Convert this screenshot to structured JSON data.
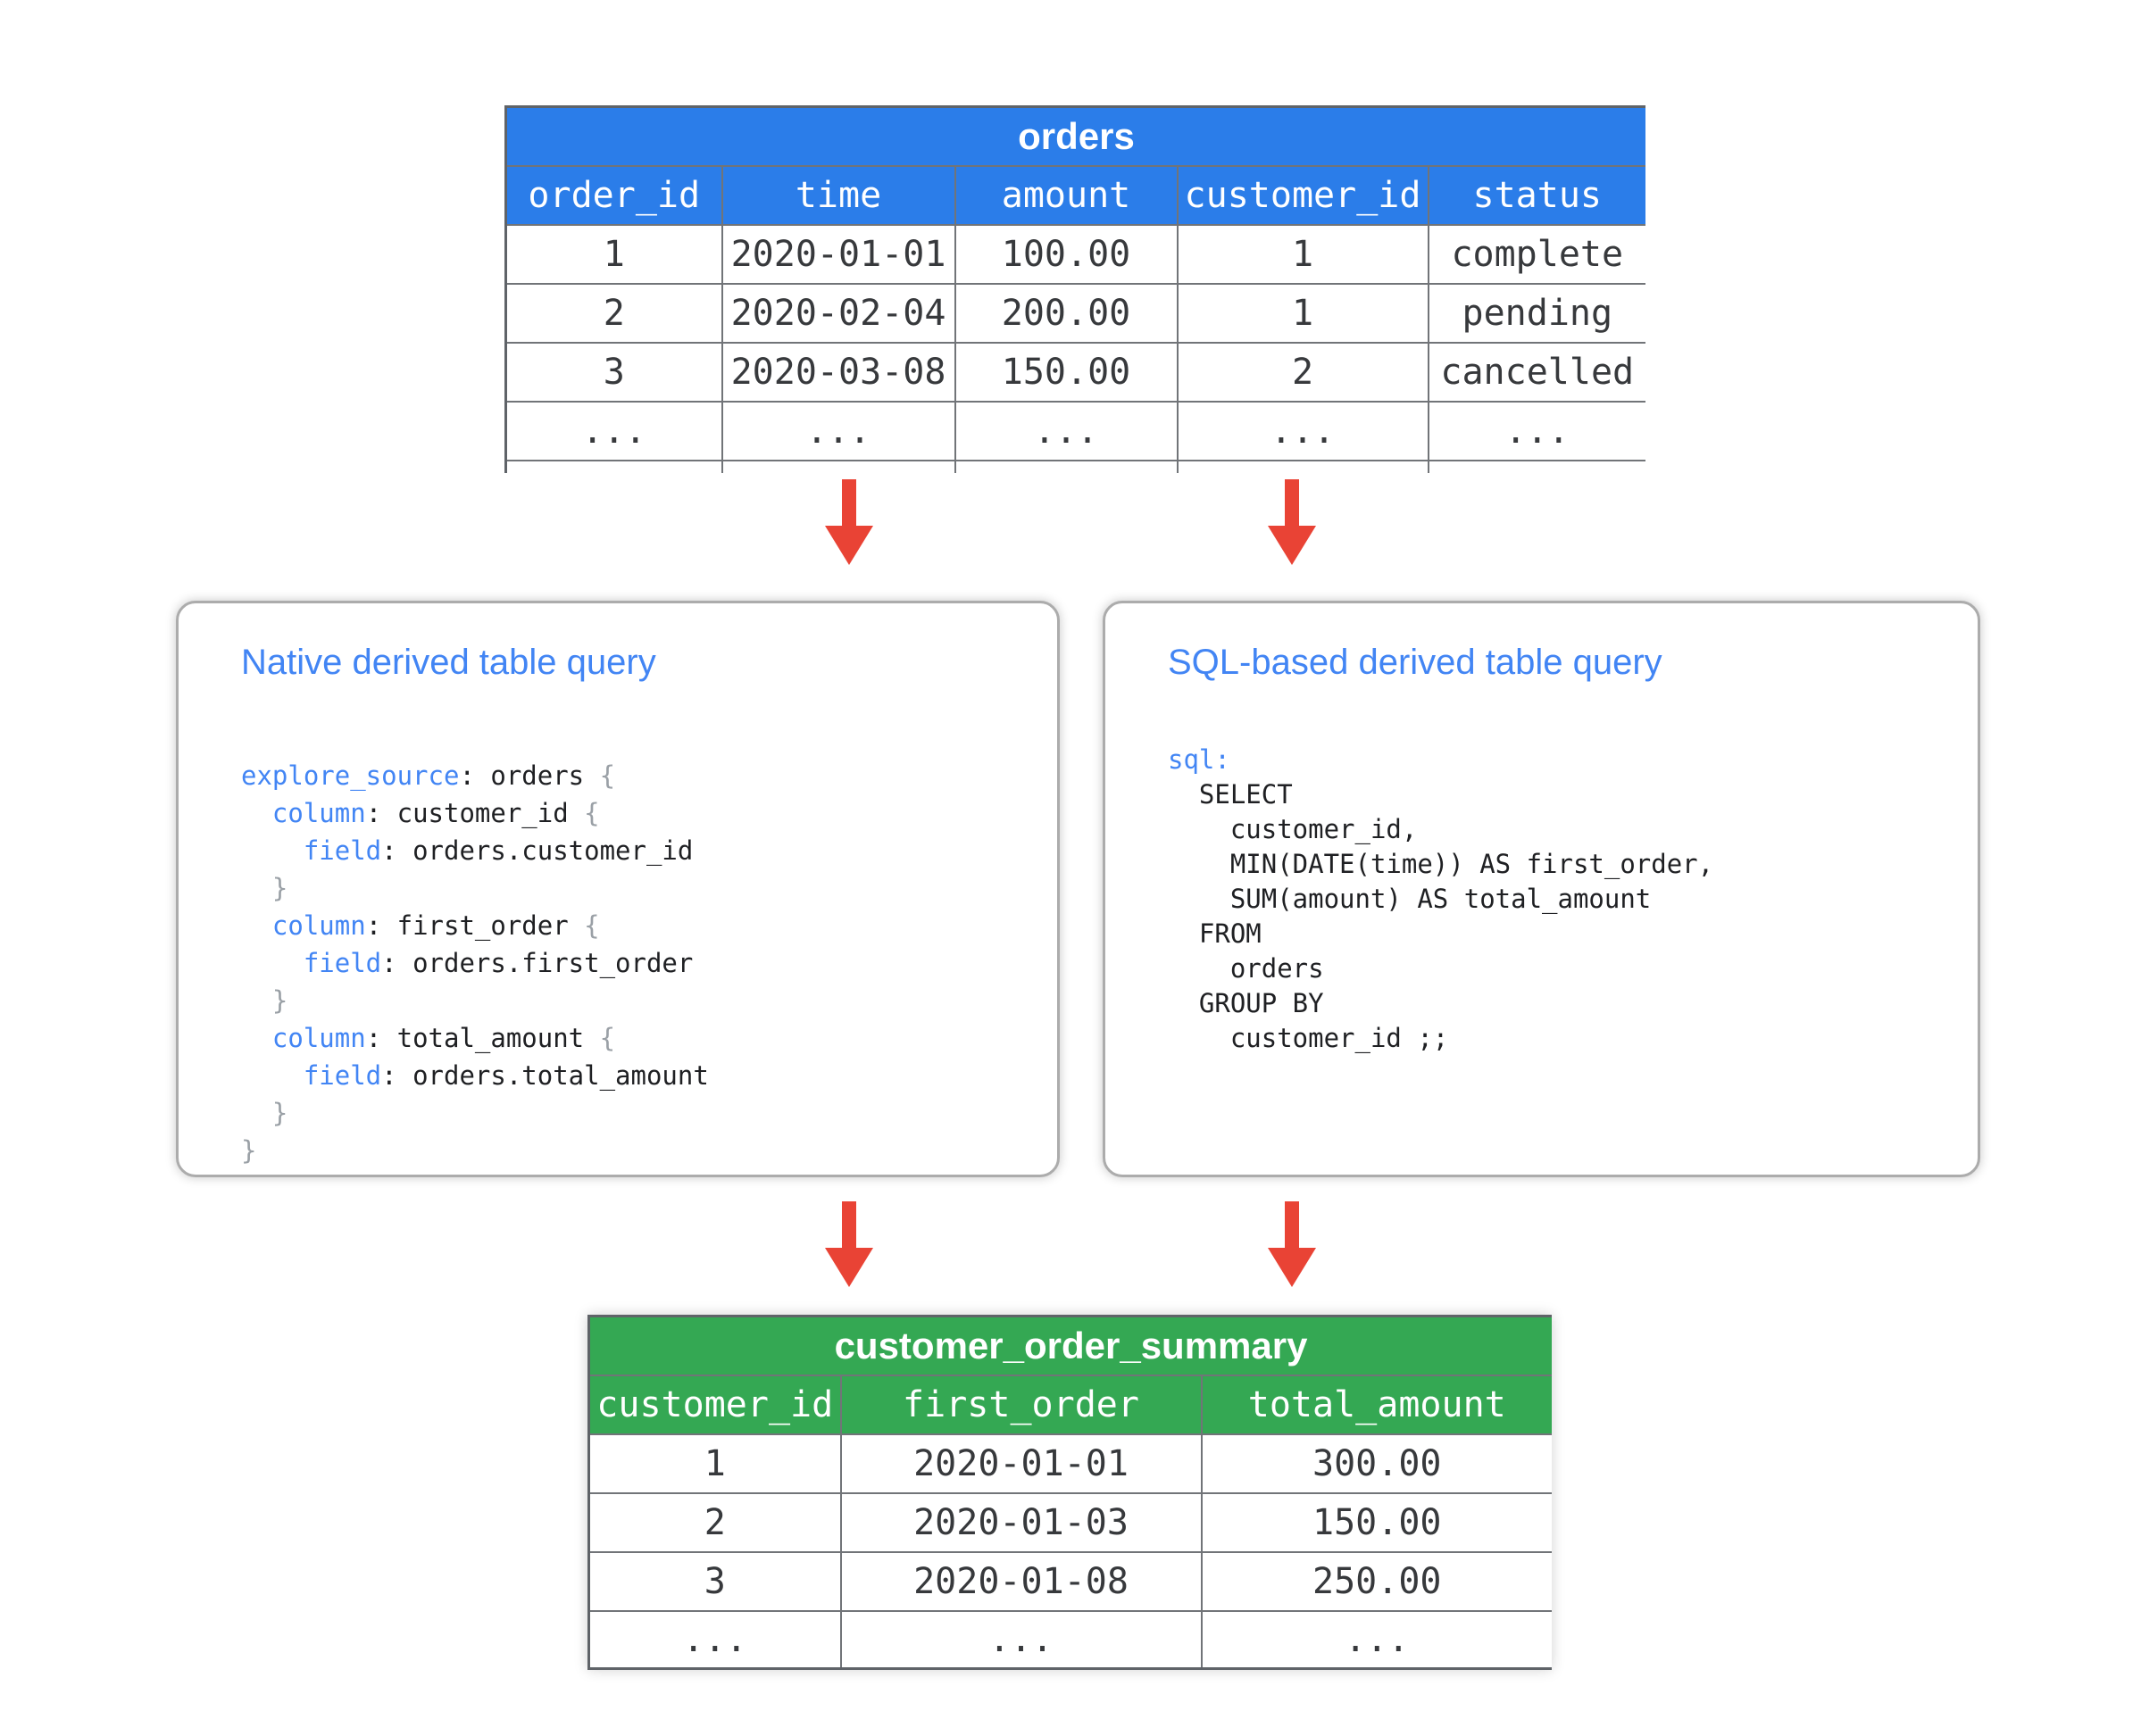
{
  "colors": {
    "blue_header": "#2B7DE9",
    "green_header": "#34A853",
    "arrow_red": "#E94335",
    "table_border": "#5F6368",
    "cell_border": "#717478",
    "box_border": "#ACACAC",
    "title_blue": "#4285F4",
    "keyword_blue": "#4285F4",
    "brace_gray": "#9AA0A6",
    "cell_text": "#37393C",
    "code_text": "#1F2023"
  },
  "orders_table": {
    "name": "orders",
    "title": "orders",
    "columns": [
      "order_id",
      "time",
      "amount",
      "customer_id",
      "status"
    ],
    "rows": [
      [
        "1",
        "2020-01-01",
        "100.00",
        "1",
        "complete"
      ],
      [
        "2",
        "2020-02-04",
        "200.00",
        "1",
        "pending"
      ],
      [
        "3",
        "2020-03-08",
        "150.00",
        "2",
        "cancelled"
      ],
      [
        "...",
        "...",
        "...",
        "...",
        "..."
      ]
    ],
    "clipped_partial_row": true
  },
  "native_box": {
    "title": "Native derived table query",
    "code_lines": [
      [
        {
          "t": "explore_source",
          "c": "kw"
        },
        {
          "t": ": orders ",
          "c": "p"
        },
        {
          "t": "{",
          "c": "br"
        }
      ],
      [
        {
          "t": "  ",
          "c": "p"
        },
        {
          "t": "column",
          "c": "kw"
        },
        {
          "t": ": customer_id ",
          "c": "p"
        },
        {
          "t": "{",
          "c": "br"
        }
      ],
      [
        {
          "t": "    ",
          "c": "p"
        },
        {
          "t": "field",
          "c": "kw"
        },
        {
          "t": ": orders.customer_id",
          "c": "p"
        }
      ],
      [
        {
          "t": "  ",
          "c": "p"
        },
        {
          "t": "}",
          "c": "br"
        }
      ],
      [
        {
          "t": "  ",
          "c": "p"
        },
        {
          "t": "column",
          "c": "kw"
        },
        {
          "t": ": first_order ",
          "c": "p"
        },
        {
          "t": "{",
          "c": "br"
        }
      ],
      [
        {
          "t": "    ",
          "c": "p"
        },
        {
          "t": "field",
          "c": "kw"
        },
        {
          "t": ": orders.first_order",
          "c": "p"
        }
      ],
      [
        {
          "t": "  ",
          "c": "p"
        },
        {
          "t": "}",
          "c": "br"
        }
      ],
      [
        {
          "t": "  ",
          "c": "p"
        },
        {
          "t": "column",
          "c": "kw"
        },
        {
          "t": ": total_amount ",
          "c": "p"
        },
        {
          "t": "{",
          "c": "br"
        }
      ],
      [
        {
          "t": "    ",
          "c": "p"
        },
        {
          "t": "field",
          "c": "kw"
        },
        {
          "t": ": orders.total_amount",
          "c": "p"
        }
      ],
      [
        {
          "t": "  ",
          "c": "p"
        },
        {
          "t": "}",
          "c": "br"
        }
      ],
      [
        {
          "t": "}",
          "c": "br"
        }
      ]
    ]
  },
  "sql_box": {
    "title": "SQL-based derived table query",
    "code_lines": [
      [
        {
          "t": "sql:",
          "c": "kw"
        }
      ],
      [
        {
          "t": "  SELECT",
          "c": "p"
        }
      ],
      [
        {
          "t": "    customer_id,",
          "c": "p"
        }
      ],
      [
        {
          "t": "    MIN(DATE(time)) AS first_order,",
          "c": "p"
        }
      ],
      [
        {
          "t": "    SUM(amount) AS total_amount",
          "c": "p"
        }
      ],
      [
        {
          "t": "  FROM",
          "c": "p"
        }
      ],
      [
        {
          "t": "    orders",
          "c": "p"
        }
      ],
      [
        {
          "t": "  GROUP BY",
          "c": "p"
        }
      ],
      [
        {
          "t": "    customer_id ;;",
          "c": "p"
        }
      ]
    ]
  },
  "summary_table": {
    "name": "customer-order-summary",
    "title": "customer_order_summary",
    "columns": [
      "customer_id",
      "first_order",
      "total_amount"
    ],
    "rows": [
      [
        "1",
        "2020-01-01",
        "300.00"
      ],
      [
        "2",
        "2020-01-03",
        "150.00"
      ],
      [
        "3",
        "2020-01-08",
        "250.00"
      ],
      [
        "...",
        "...",
        "..."
      ]
    ],
    "clipped_partial_row": false
  },
  "arrows": [
    {
      "name": "down-arrow-orders-to-native"
    },
    {
      "name": "down-arrow-orders-to-sql"
    },
    {
      "name": "down-arrow-native-to-summary"
    },
    {
      "name": "down-arrow-sql-to-summary"
    }
  ]
}
